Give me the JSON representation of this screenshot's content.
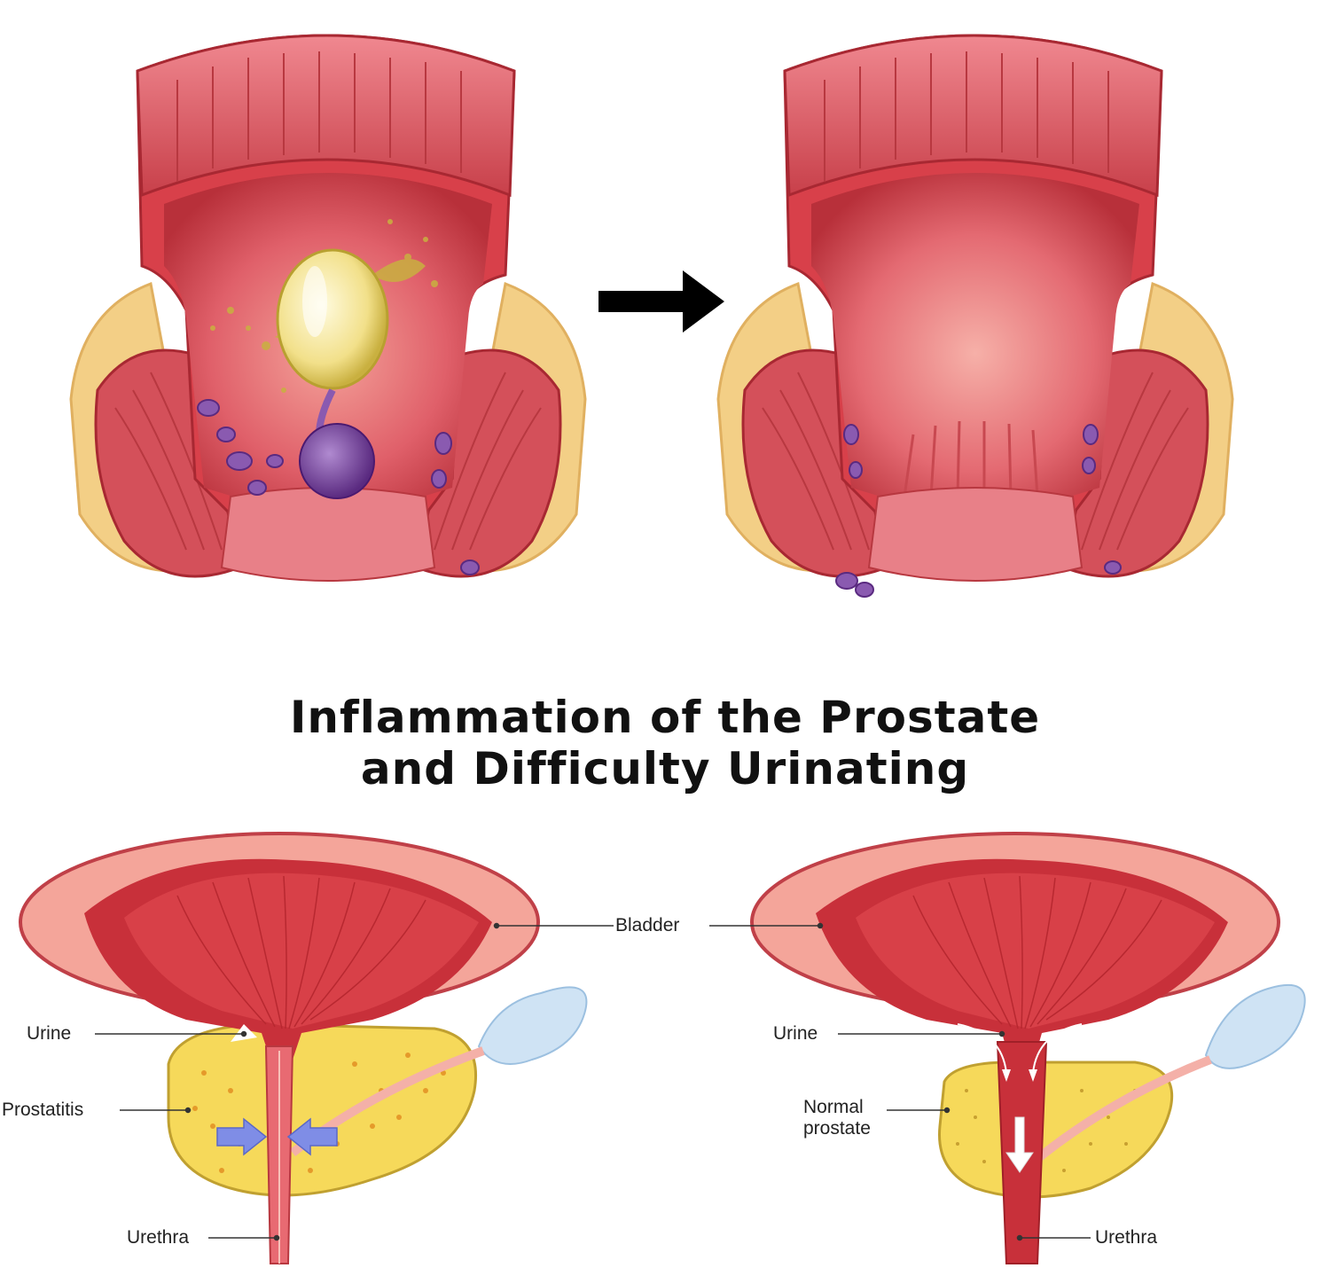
{
  "title": {
    "line1": "Inflammation of the Prostate",
    "line2": "and Difficulty Urinating"
  },
  "labels": {
    "bladder": "Bladder",
    "urine_left": "Urine",
    "prostatitis": "Prostatitis",
    "urethra_left": "Urethra",
    "urine_right": "Urine",
    "normal_prostate_line1": "Normal",
    "normal_prostate_line2": "prostate",
    "urethra_right": "Urethra"
  },
  "icons": {
    "transition_arrow": "arrow-right-icon",
    "compression_arrows": "arrow-inward-icon",
    "flow_arrow": "arrow-down-icon"
  },
  "colors": {
    "tissue_outer": "#e8707a",
    "tissue_dark": "#b3202a",
    "tissue_inner": "#d8404a",
    "fat_yellow": "#f3cf86",
    "prostate_yellow": "#f6d95a",
    "hemorrhoid_purple": "#7a4aa0",
    "bladder_wall": "#f4a59a",
    "seminal_blue": "#cfe3f4",
    "arrow_blue": "#7f8de6"
  }
}
